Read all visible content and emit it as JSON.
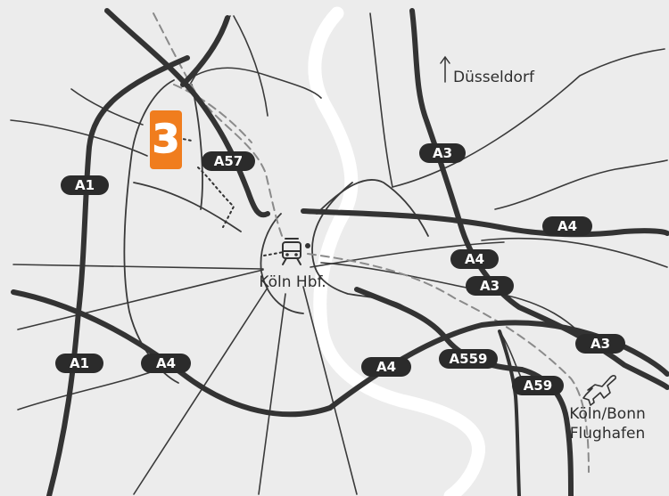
{
  "colors": {
    "background": "#ececec",
    "river": "#ffffff",
    "motorway": "#333333",
    "road": "#3a3a3a",
    "rail": "#8a8a8a",
    "shield": "#2b2b2b",
    "marker": "#f07d1e"
  },
  "marker": {
    "label": "3",
    "icon": "location-number-marker"
  },
  "places": {
    "koeln_hbf": "Köln Hbf.",
    "duesseldorf": "Düsseldorf",
    "airport_line1": "Köln/Bonn",
    "airport_line2": "Flughafen"
  },
  "icons": {
    "station": "train-station-icon",
    "airport": "airplane-icon",
    "direction": "arrow-up-icon"
  },
  "motorways": {
    "a1_north": "A1",
    "a1_south": "A1",
    "a4_west": "A4",
    "a4_south": "A4",
    "a4_center": "A4",
    "a4_east": "A4",
    "a57": "A57",
    "a3_north": "A3",
    "a3_center": "A3",
    "a3_east": "A3",
    "a559": "A559",
    "a59": "A59"
  }
}
